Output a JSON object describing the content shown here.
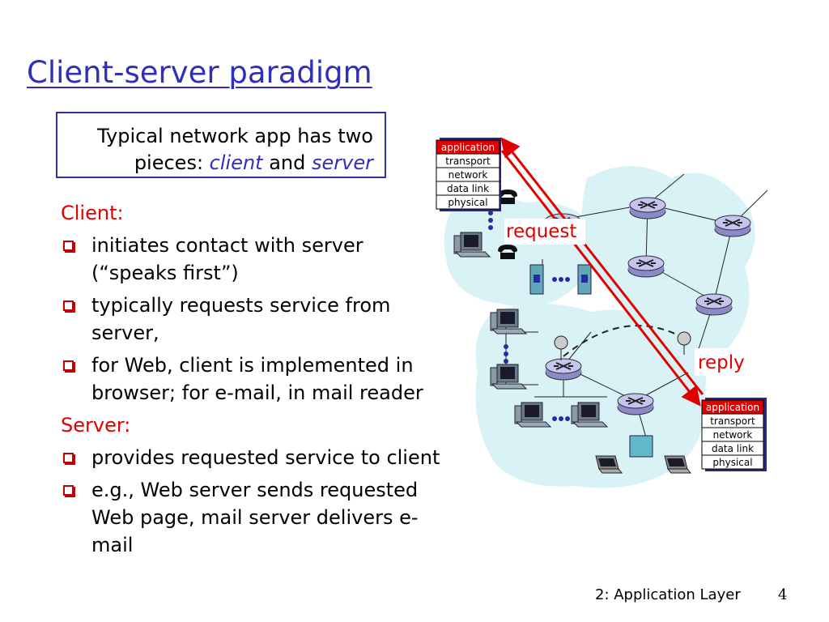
{
  "slide": {
    "title": "Client-server paradigm",
    "callout": {
      "line1": "Typical network app has two",
      "line2_prefix": "pieces: ",
      "client_word": "client",
      "and_word": " and ",
      "server_word": "server"
    },
    "client_heading": "Client:",
    "client_bullets": [
      "initiates contact with server (“speaks first”)",
      "typically requests service from server,",
      "for Web, client is implemented in browser; for e-mail, in mail reader"
    ],
    "server_heading": "Server:",
    "server_bullets": [
      "provides requested service to client",
      "e.g., Web server sends requested Web page, mail server delivers e-mail"
    ],
    "footer": "2: Application Layer",
    "page_number": "4"
  },
  "diagram": {
    "client_stack": [
      "application",
      "transport",
      "network",
      "data link",
      "physical"
    ],
    "server_stack": [
      "application",
      "transport",
      "network",
      "data link",
      "physical"
    ],
    "request_label": "request",
    "reply_label": "reply",
    "colors": {
      "accent_red": "#e00000",
      "blue_text": "#2f2fbf",
      "cloud": "#d8f2f5",
      "router": "#b8b8e6"
    }
  }
}
